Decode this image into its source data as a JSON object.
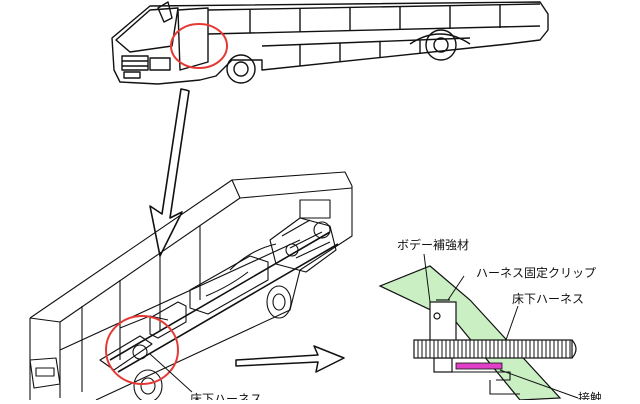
{
  "labels": {
    "body_reinforcement": "ボデー補強材",
    "harness_clip": "ハーネス固定クリップ",
    "underfloor_harness": "床下ハーネス",
    "underfloor_harness_bottom": "床下ハーネス",
    "contact": "接触"
  },
  "colors": {
    "reinforcement_fill": "#c9efc3",
    "contact_fill": "#e040c8",
    "highlight_circle": "#e53935",
    "line": "#111111"
  }
}
